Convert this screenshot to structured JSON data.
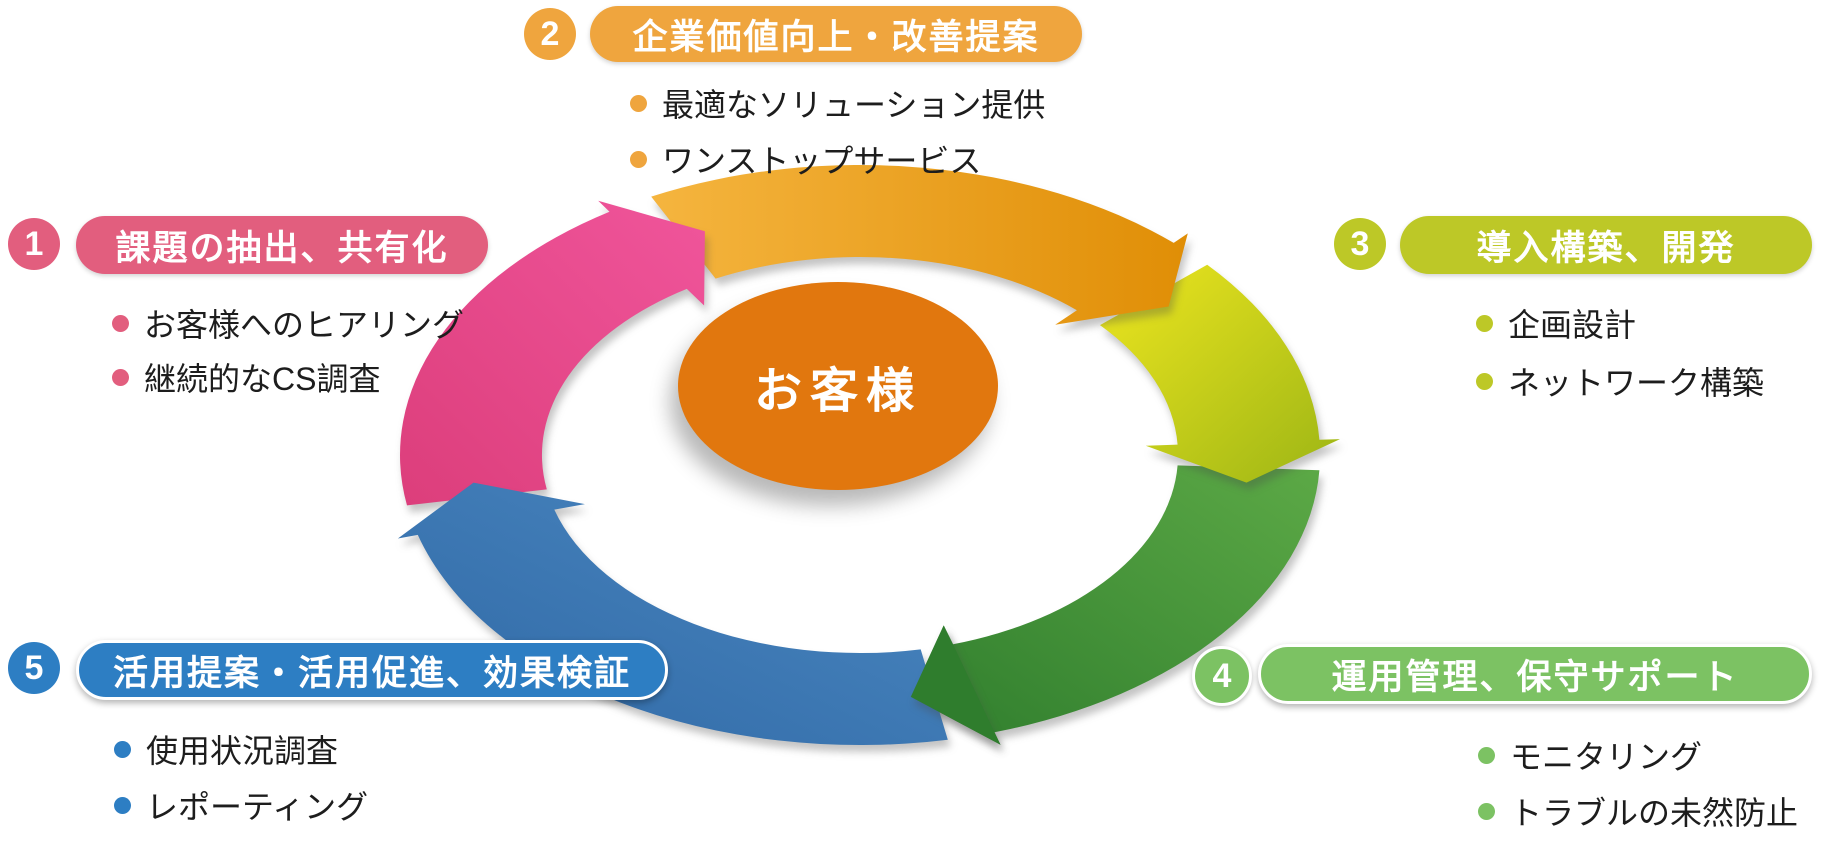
{
  "center": {
    "label": "お客様",
    "color": "#E1770E"
  },
  "stages": [
    {
      "number": "1",
      "title": "課題の抽出、共有化",
      "color": "#E25E7E",
      "arc": {
        "from": "#F0559B",
        "to": "#DC3E7B"
      },
      "bullets": [
        "お客様へのヒアリング",
        "継続的なCS調査"
      ]
    },
    {
      "number": "2",
      "title": "企業価値向上・改善提案",
      "color": "#EFA53E",
      "arc": {
        "from": "#F5B53F",
        "to": "#E08E06"
      },
      "bullets": [
        "最適なソリューション提供",
        "ワンストップサービス"
      ]
    },
    {
      "number": "3",
      "title": "導入構築、開発",
      "color": "#BDC827",
      "arc": {
        "from": "#EEE61F",
        "to": "#9CB515"
      },
      "bullets": [
        "企画設計",
        "ネットワーク構築"
      ]
    },
    {
      "number": "4",
      "title": "運用管理、保守サポート",
      "color": "#7CC263",
      "arc": {
        "from": "#5CA946",
        "to": "#2F7D2D"
      },
      "bullets": [
        "モニタリング",
        "トラブルの未然防止"
      ]
    },
    {
      "number": "5",
      "title": "活用提案・活用促進、効果検証",
      "color": "#2D7EC3",
      "arc": {
        "from": "#4C89C2",
        "to": "#2F68A5"
      },
      "bullets": [
        "使用状況調査",
        "レポーティング"
      ]
    }
  ]
}
